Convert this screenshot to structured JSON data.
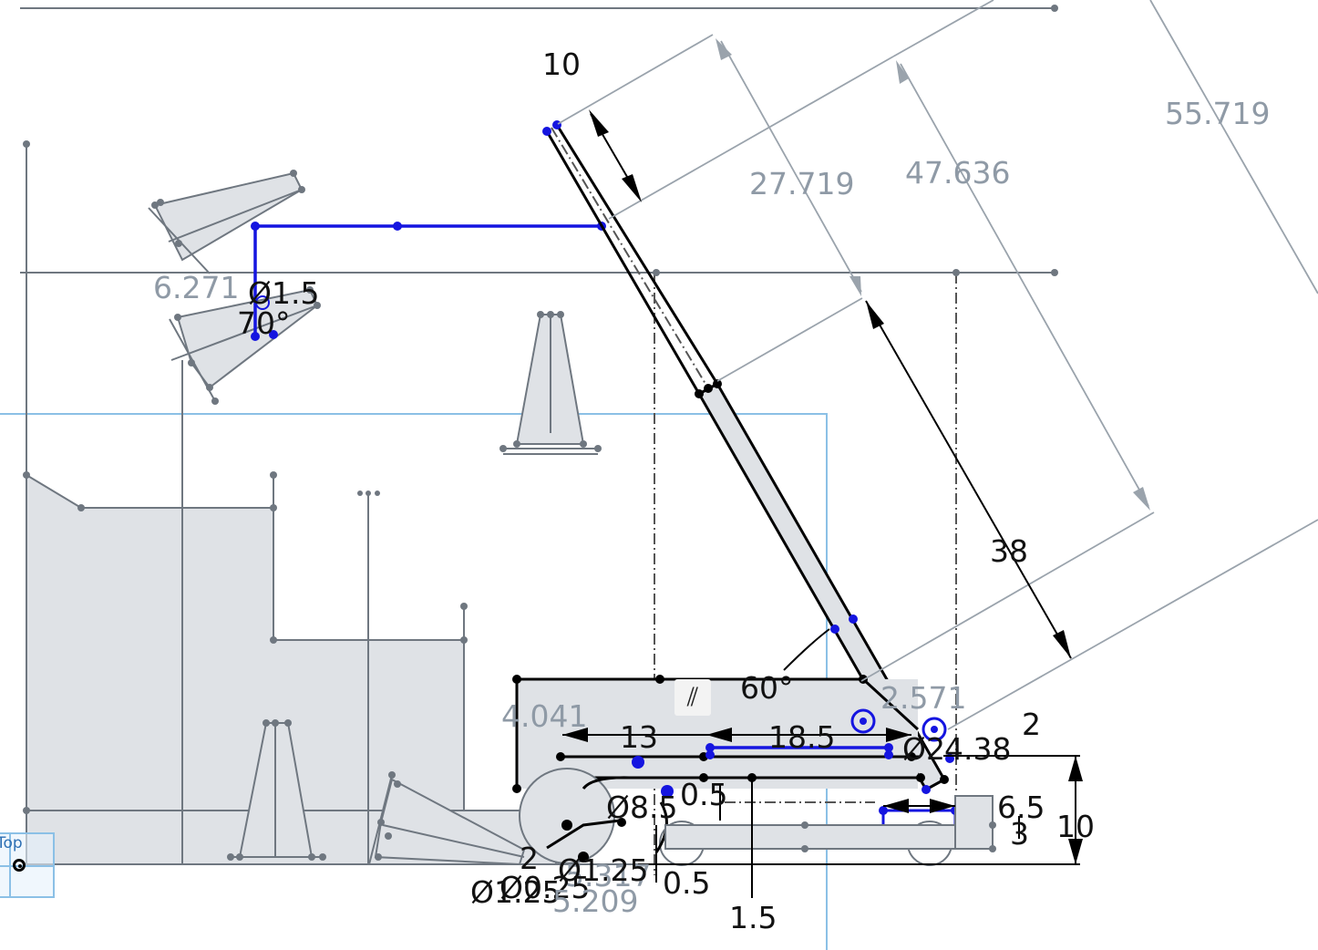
{
  "view": {
    "orientation_label": "Top"
  },
  "dimensions": {
    "top_offset": "10",
    "angled_27": "27.719",
    "angled_47": "47.636",
    "angled_55": "55.719",
    "upper_left": "6.271",
    "small_dia": "Ø1.5",
    "angle_70": "70°",
    "length_38": "38",
    "angle_60": "60°",
    "grey_4041": "4.041",
    "grey_2571": "2.571",
    "len_13": "13",
    "len_18_5": "18.5",
    "dia_2": "Ø2",
    "val_438": "4.38",
    "val_2": "2",
    "dia_85": "Ø8.5",
    "val_05a": "0.5",
    "val_65": "6.5",
    "val_3": "3",
    "height_10": "10",
    "val_2b": "2",
    "dia_025": "Ø0.25",
    "dia_125a": "Ø1.25",
    "dia_125b": "Ø1.25",
    "grey_5317": "5.317",
    "grey_5209": "5.209",
    "val_05b": "0.5",
    "val_15": "1.5"
  },
  "colors": {
    "construction": "#6f7780",
    "solid": "#000000",
    "selected": "#1515e0",
    "dimension_grey": "#8f9aa6",
    "region_fill": "#dfe2e6",
    "viewcube": "#8bc0e6"
  },
  "icons": {
    "constraint": "parallel-constraint-icon",
    "origin": "origin-icon"
  }
}
